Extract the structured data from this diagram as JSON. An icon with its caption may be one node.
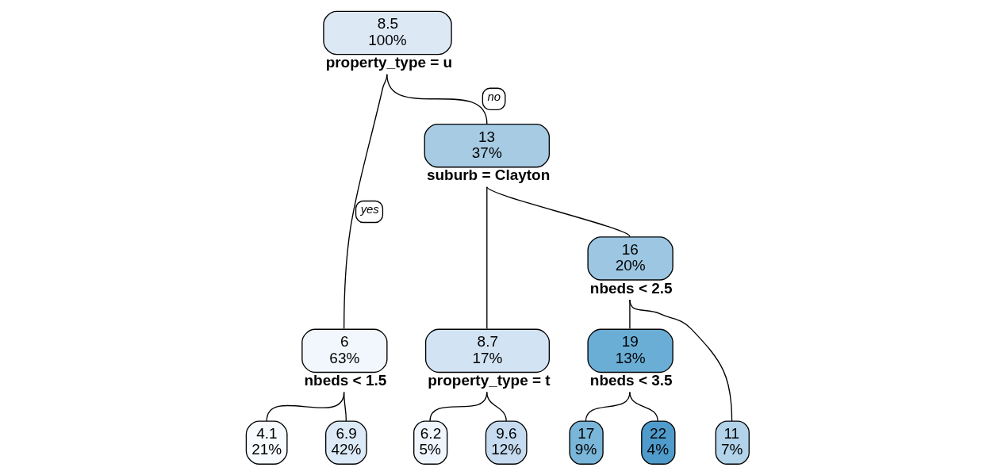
{
  "diagram": {
    "nodes": [
      {
        "text": [
          "8.5",
          "100%"
        ],
        "beside": [
          "property_type = u"
        ]
      },
      {
        "text": [
          "6",
          "63%"
        ],
        "beside": [
          "nbeds < 1.5"
        ]
      },
      {
        "text": [
          "13",
          "37%"
        ],
        "beside": [
          "suburb = Clayton"
        ]
      },
      {
        "text": [
          "8.7",
          "17%"
        ],
        "beside": [
          "property_type = t"
        ]
      },
      {
        "text": [
          "16",
          "20%"
        ],
        "beside": [
          "nbeds < 2.5"
        ]
      },
      {
        "text": [
          "19",
          "13%"
        ],
        "beside": [
          "nbeds < 3.5"
        ]
      },
      {
        "text": [
          "4.1",
          "21%"
        ]
      },
      {
        "text": [
          "6.9",
          "42%"
        ]
      },
      {
        "text": [
          "6.2",
          "5%"
        ]
      },
      {
        "text": [
          "9.6",
          "12%"
        ]
      },
      {
        "text": [
          "11",
          "7%"
        ]
      },
      {
        "text": [
          "17",
          "9%"
        ]
      },
      {
        "text": [
          "22",
          "4%"
        ]
      }
    ],
    "edges": [
      {
        "from": 0,
        "to": 1,
        "arrow": "none",
        "label": "yes"
      },
      {
        "from": 0,
        "to": 2,
        "arrow": "none",
        "label": "no"
      },
      {
        "from": 1,
        "to": 6,
        "arrow": "none"
      },
      {
        "from": 1,
        "to": 7,
        "arrow": "none"
      },
      {
        "from": 2,
        "to": 3,
        "arrow": "none"
      },
      {
        "from": 2,
        "to": 4,
        "arrow": "none"
      },
      {
        "from": 3,
        "to": 8,
        "arrow": "none"
      },
      {
        "from": 3,
        "to": 9,
        "arrow": "none"
      },
      {
        "from": 4,
        "to": 10,
        "arrow": "none"
      },
      {
        "from": 4,
        "to": 5,
        "arrow": "none"
      },
      {
        "from": 5,
        "to": 11,
        "arrow": "none"
      },
      {
        "from": 5,
        "to": 12,
        "arrow": "none"
      }
    ]
  }
}
